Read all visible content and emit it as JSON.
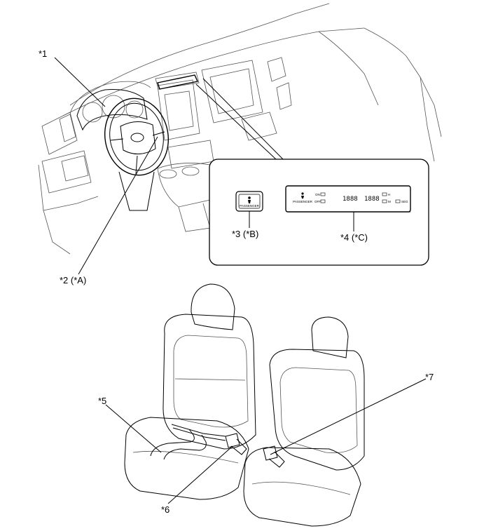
{
  "labels": {
    "l1": "*1",
    "l2": "*2 (*A)",
    "l3": "*3 (*B)",
    "l4": "*4 (*C)",
    "l5": "*5",
    "l6": "*6",
    "l7": "*7"
  },
  "switch_caption": "PASSENGER",
  "display": {
    "airbag_caption": "PASSENGER",
    "on_label": "ON",
    "off_label": "OFF",
    "digits_left": "1888",
    "digits_right": "1888",
    "h_label": "H",
    "m_label": "M",
    "seg_label": "SEG"
  }
}
